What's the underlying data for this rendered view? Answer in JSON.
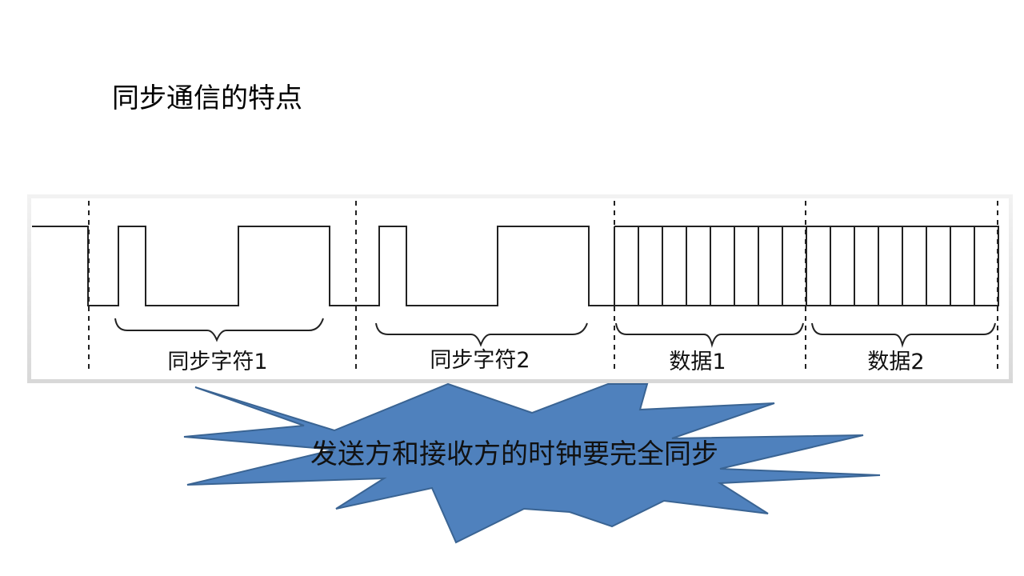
{
  "slide": {
    "title": "同步通信的特点"
  },
  "diagram": {
    "labels": [
      {
        "text": "同步字符1"
      },
      {
        "text": "同步字符2"
      },
      {
        "text": "数据1"
      },
      {
        "text": "数据2"
      }
    ]
  },
  "callout": {
    "text": "发送方和接收方的时钟要完全同步",
    "fill_color": "#4f81bd",
    "stroke_color": "#3a6493"
  }
}
